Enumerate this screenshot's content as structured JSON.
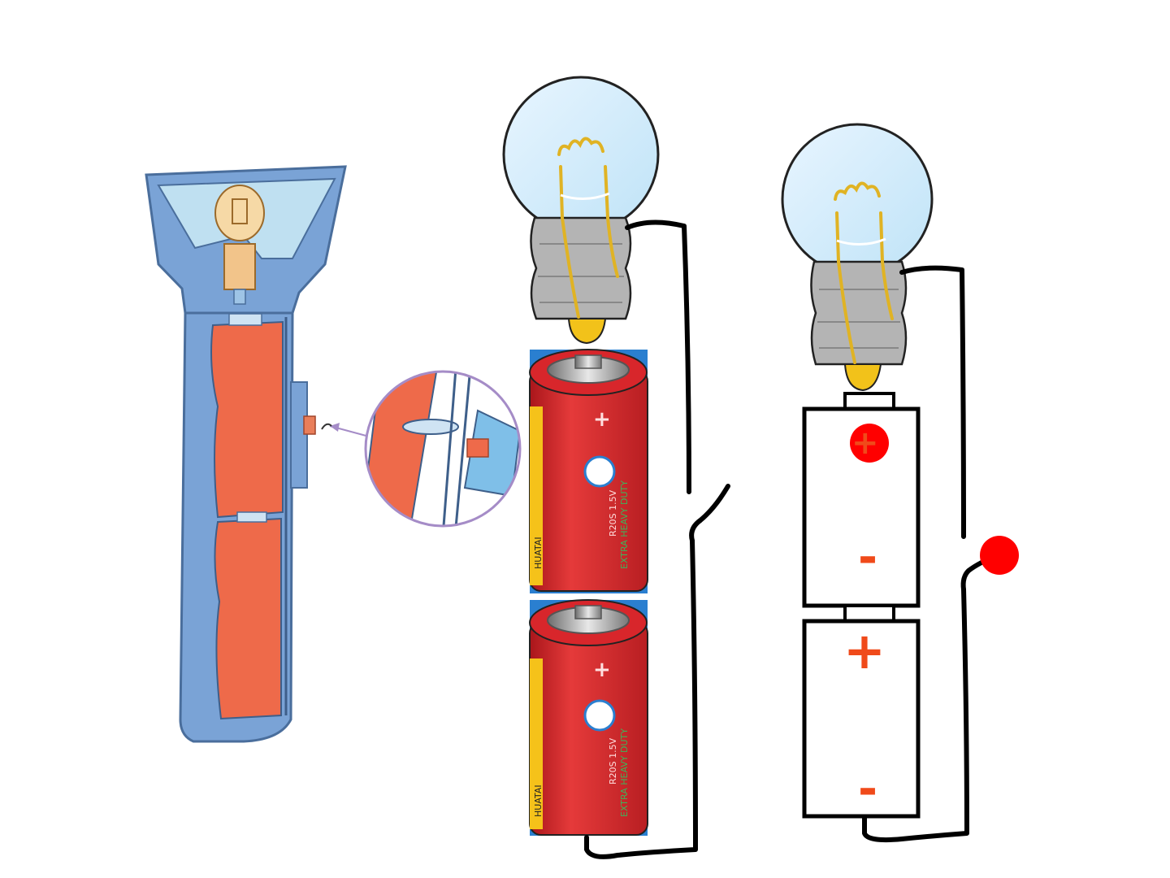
{
  "colors": {
    "flashlight_body": "#7aa3d6",
    "flashlight_outline": "#4a6e9c",
    "battery_orange": "#ee6a4a",
    "battery_red": "#d8262b",
    "battery_label_bg": "#2a7fd0",
    "wire": "#000000",
    "terminal_red": "#ff0000",
    "sign_orange": "#f04a1a",
    "bulb_base_gray": "#b4b4b4",
    "bulb_tip_yellow": "#f2c21a",
    "detail_circle": "#a58cc7"
  },
  "icons": {
    "flashlight": "flashlight-cutaway-icon",
    "magnifier": "magnified-switch-icon",
    "bulb": "light-bulb-icon",
    "battery": "dry-cell-battery-icon",
    "switch": "open-switch-icon"
  },
  "battery_top": {
    "plus_mark": "+",
    "brand_vertical": "HUATAI",
    "model": "R20S 1.5V",
    "grade": "EXTRA HEAVY DUTY"
  },
  "battery_bottom": {
    "plus_mark": "+",
    "brand_vertical": "HUATAI",
    "model": "R20S 1.5V",
    "grade": "EXTRA HEAVY DUTY"
  },
  "schematic": {
    "cell_top_positive": "+",
    "cell_top_negative": "-",
    "cell_bottom_positive": "+",
    "cell_bottom_negative": "-"
  }
}
